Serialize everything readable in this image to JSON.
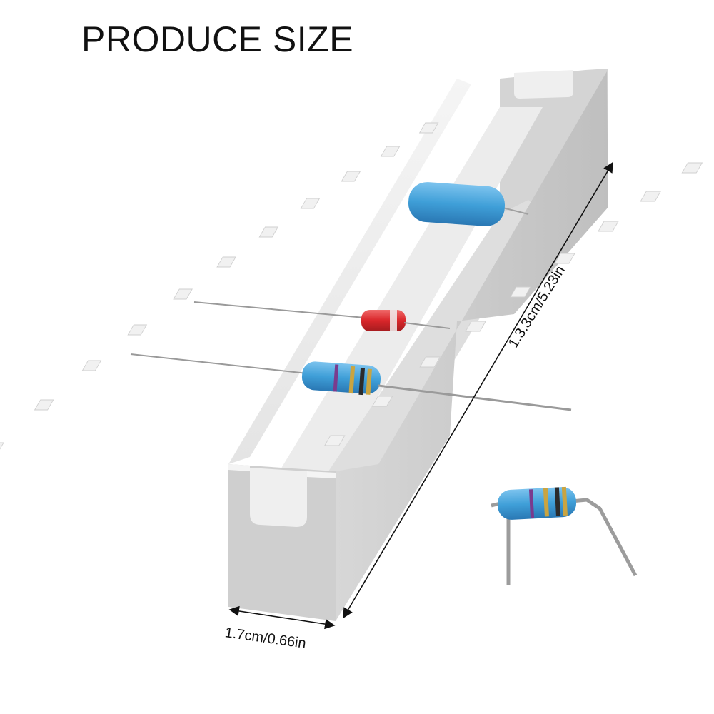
{
  "title": "PRODUCE SIZE",
  "dimensions": {
    "length_label": "1.3.3cm/5.23in",
    "width_label": "1.7cm/0.66in"
  },
  "colors": {
    "tool_body": "#e2e2e2",
    "tool_shadow": "#c6c6c6",
    "tool_highlight": "#f3f3f3",
    "resistor_blue": "#3f9fd8",
    "resistor_red": "#d9262a",
    "lead_wire": "#9a9a9a"
  },
  "icons": {
    "arrow": "double-headed-arrow",
    "bent_resistor": "bent-lead-resistor"
  }
}
